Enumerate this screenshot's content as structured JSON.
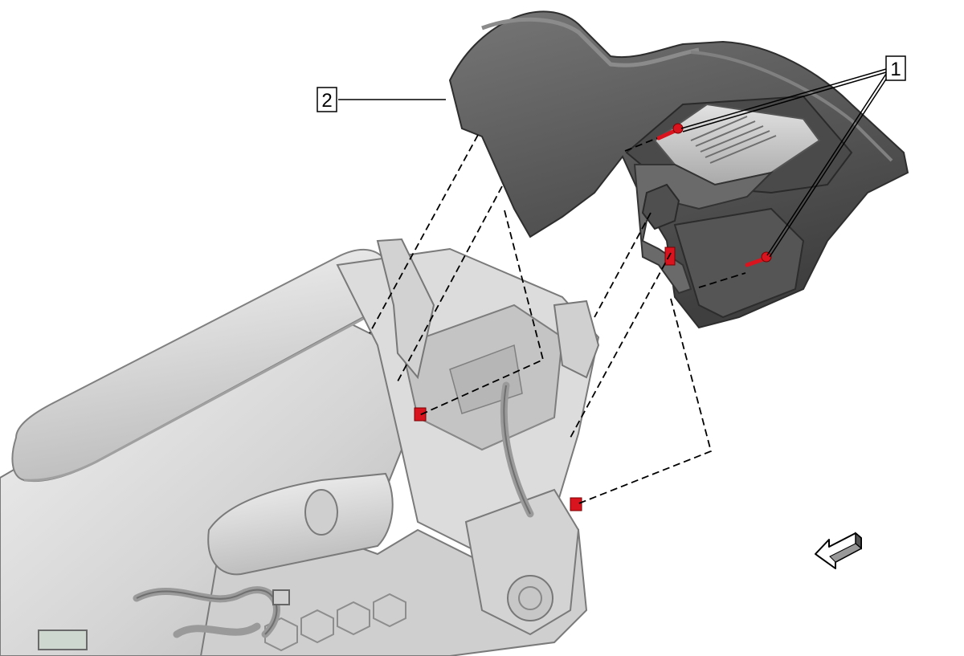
{
  "callouts": [
    {
      "id": "1",
      "label": "1"
    },
    {
      "id": "2",
      "label": "2"
    }
  ],
  "icons": {
    "direction_arrow": "front-direction-arrow-icon"
  },
  "colors": {
    "fastener_red": "#d9141e",
    "trim_dark": "#5e5e5e",
    "console_light": "#d6d6d6",
    "line": "#000000"
  }
}
